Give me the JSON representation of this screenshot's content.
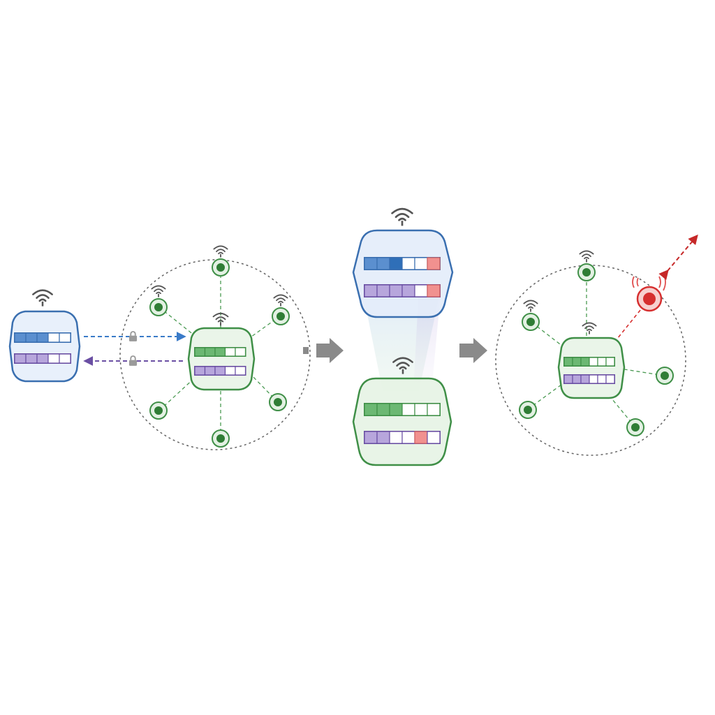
{
  "colors": {
    "background": "#ffffff",
    "blue": "#3a6fb0",
    "blue_fill": "#e8f0fb",
    "green": "#3f8f47",
    "green_fill": "#eaf5e9",
    "green_dot": "#2f7d35",
    "purple": "#6a4fa3",
    "purple_cell": "#b7a6dc",
    "red": "#d62f2f",
    "red_cell": "#f1918f",
    "gray": "#808080"
  },
  "icons": {
    "wifi": "wifi-icon",
    "lock": "lock-icon",
    "arrow": "arrow-right-icon",
    "node": "node-dot-icon",
    "rogue_node": "rogue-node-icon"
  },
  "panels": [
    {
      "id": "panel-1",
      "description_name": "key-exchange",
      "external_device": {
        "rows": [
          [
            "blue",
            "blue",
            "blue",
            "empty",
            "empty"
          ],
          [
            "purple",
            "purple",
            "purple",
            "empty",
            "empty"
          ]
        ]
      },
      "hub": {
        "rows": [
          [
            "green",
            "green",
            "green",
            "empty",
            "empty"
          ],
          [
            "purple",
            "purple",
            "purple",
            "empty",
            "empty"
          ]
        ]
      },
      "links": [
        "outgoing-encrypted",
        "incoming-encrypted"
      ],
      "satellite_count": 6
    },
    {
      "id": "panel-2",
      "description_name": "buffer-comparison",
      "top_device": {
        "rows": [
          [
            "blue",
            "blue",
            "blue-dark",
            "empty",
            "empty",
            "red"
          ],
          [
            "purple",
            "purple",
            "purple",
            "purple",
            "empty",
            "red"
          ]
        ]
      },
      "bottom_device": {
        "rows": [
          [
            "green",
            "green",
            "green",
            "empty",
            "empty",
            "empty"
          ],
          [
            "purple",
            "purple",
            "empty",
            "empty",
            "red",
            "empty"
          ]
        ]
      }
    },
    {
      "id": "panel-3",
      "description_name": "rogue-node-detection",
      "hub": {
        "rows": [
          [
            "green",
            "green",
            "green",
            "empty",
            "empty",
            "empty"
          ],
          [
            "purple",
            "purple",
            "purple",
            "empty",
            "empty",
            "empty"
          ]
        ]
      },
      "satellite_count": 6,
      "rogue_nodes": 1
    }
  ]
}
